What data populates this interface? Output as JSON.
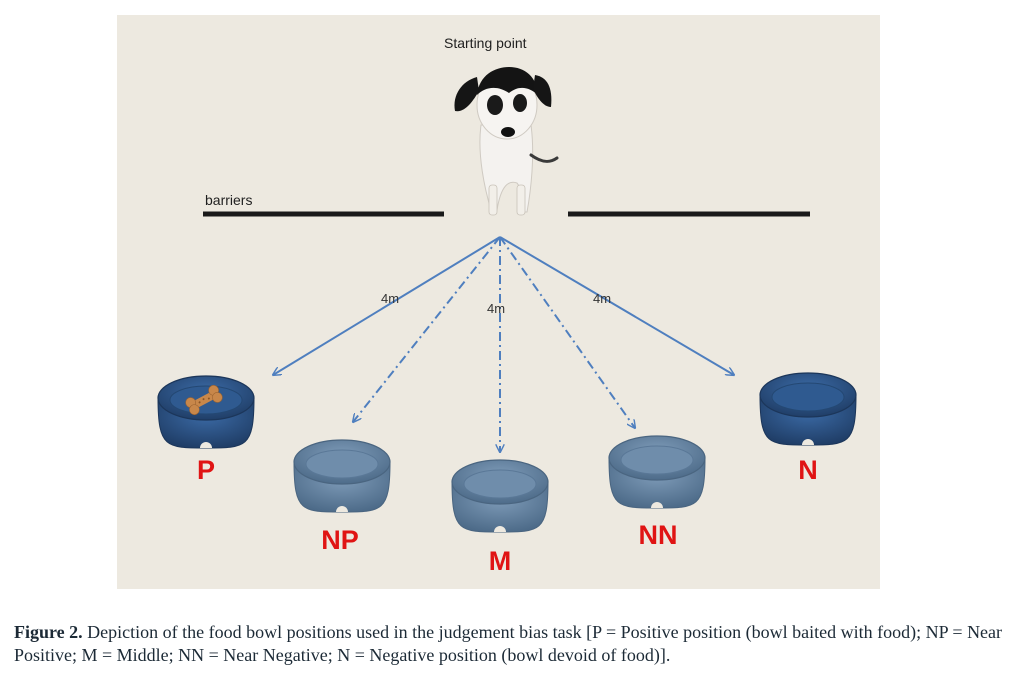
{
  "labels": {
    "starting_point": "Starting point",
    "barriers": "barriers",
    "distances": [
      "4m",
      "4m",
      "4m"
    ]
  },
  "positions": [
    {
      "code": "P",
      "baited": true
    },
    {
      "code": "NP",
      "baited": false
    },
    {
      "code": "M",
      "baited": false
    },
    {
      "code": "NN",
      "baited": false
    },
    {
      "code": "N",
      "baited": false
    }
  ],
  "colors": {
    "panel_bg": "#ede9e0",
    "arrow": "#4f7fbf",
    "label_red": "#e01414",
    "bowl_dark": "#2a4f7f",
    "bowl_light": "#5c7d9e",
    "barrier": "#1a1a1a"
  },
  "caption": {
    "number": "Figure 2.",
    "text": "Depiction of the food bowl positions used in the judgement bias task [P = Positive position (bowl baited with food); NP = Near Positive; M = Middle; NN = Near Negative; N = Negative position (bowl devoid of food)]."
  }
}
